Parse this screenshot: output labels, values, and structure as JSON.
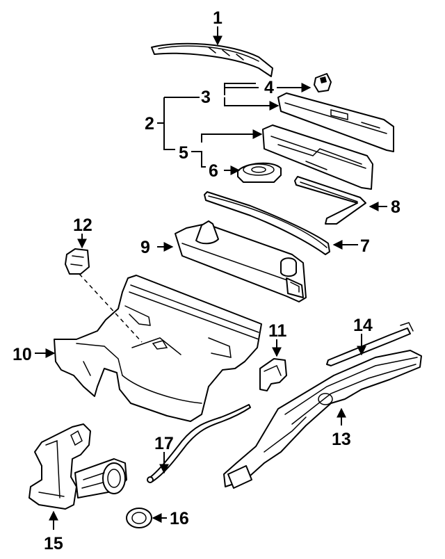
{
  "callouts": [
    {
      "id": "1",
      "text": "1"
    },
    {
      "id": "2",
      "text": "2"
    },
    {
      "id": "3",
      "text": "3"
    },
    {
      "id": "4",
      "text": "4"
    },
    {
      "id": "5",
      "text": "5"
    },
    {
      "id": "6",
      "text": "6"
    },
    {
      "id": "7",
      "text": "7"
    },
    {
      "id": "8",
      "text": "8"
    },
    {
      "id": "9",
      "text": "9"
    },
    {
      "id": "10",
      "text": "10"
    },
    {
      "id": "11",
      "text": "11"
    },
    {
      "id": "12",
      "text": "12"
    },
    {
      "id": "13",
      "text": "13"
    },
    {
      "id": "14",
      "text": "14"
    },
    {
      "id": "15",
      "text": "15"
    },
    {
      "id": "16",
      "text": "16"
    },
    {
      "id": "17",
      "text": "17"
    }
  ],
  "colors": {
    "line": "#000000",
    "background": "#ffffff"
  }
}
